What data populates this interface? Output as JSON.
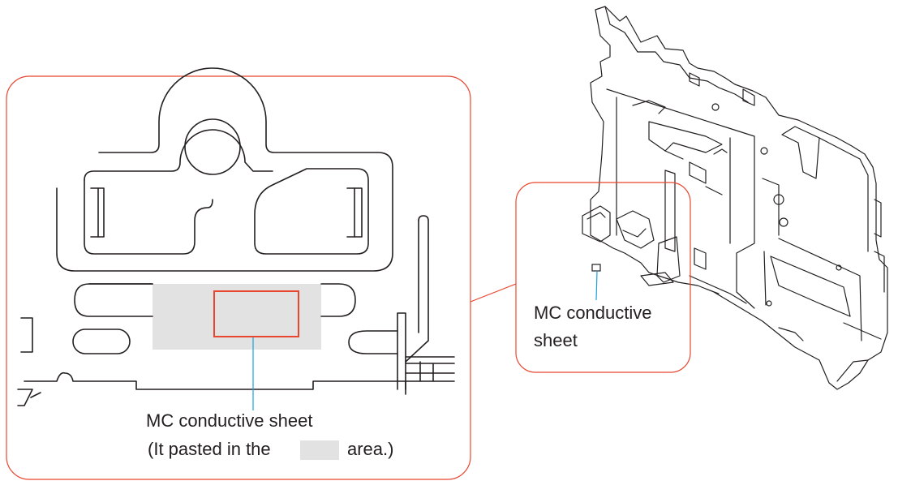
{
  "detail_callout": {
    "label_line1": "MC conductive sheet",
    "label_line2_prefix": "(It pasted in the",
    "label_line2_suffix": "area.)"
  },
  "overview_callout": {
    "label_line1": "MC conductive",
    "label_line2": "sheet"
  },
  "colors": {
    "callout_border": "#e8462f",
    "sheet_outline": "#e8462f",
    "leader_line": "#1aa3dc",
    "paste_area": "#e2e2e2",
    "line_art": "#231f20"
  }
}
